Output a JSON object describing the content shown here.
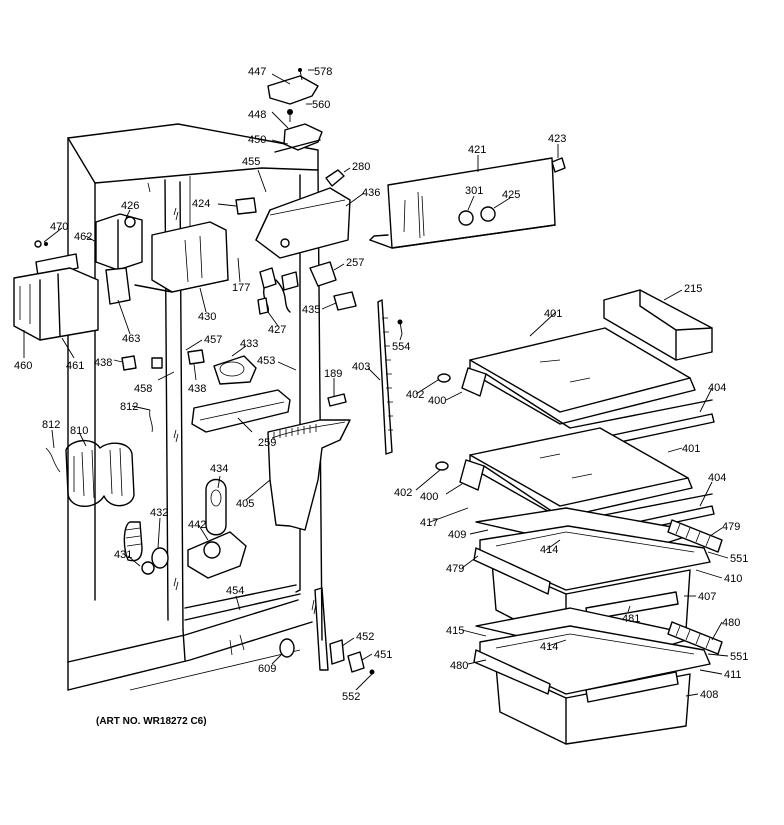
{
  "art_number": "(ART NO. WR18272 C6)",
  "callouts": [
    {
      "id": "447",
      "text": "447"
    },
    {
      "id": "578",
      "text": "578"
    },
    {
      "id": "448",
      "text": "448"
    },
    {
      "id": "560",
      "text": "560"
    },
    {
      "id": "450",
      "text": "450"
    },
    {
      "id": "455",
      "text": "455"
    },
    {
      "id": "280",
      "text": "280"
    },
    {
      "id": "436",
      "text": "436"
    },
    {
      "id": "421",
      "text": "421"
    },
    {
      "id": "423",
      "text": "423"
    },
    {
      "id": "301",
      "text": "301"
    },
    {
      "id": "425",
      "text": "425"
    },
    {
      "id": "470",
      "text": "470"
    },
    {
      "id": "426",
      "text": "426"
    },
    {
      "id": "424",
      "text": "424"
    },
    {
      "id": "462",
      "text": "462"
    },
    {
      "id": "257",
      "text": "257"
    },
    {
      "id": "177",
      "text": "177"
    },
    {
      "id": "430",
      "text": "430"
    },
    {
      "id": "427",
      "text": "427"
    },
    {
      "id": "435",
      "text": "435"
    },
    {
      "id": "215",
      "text": "215"
    },
    {
      "id": "463",
      "text": "463"
    },
    {
      "id": "460",
      "text": "460"
    },
    {
      "id": "461",
      "text": "461"
    },
    {
      "id": "457",
      "text": "457"
    },
    {
      "id": "433",
      "text": "433"
    },
    {
      "id": "453",
      "text": "453"
    },
    {
      "id": "554",
      "text": "554"
    },
    {
      "id": "401a",
      "text": "401"
    },
    {
      "id": "438a",
      "text": "438"
    },
    {
      "id": "458",
      "text": "458"
    },
    {
      "id": "438b",
      "text": "438"
    },
    {
      "id": "189",
      "text": "189"
    },
    {
      "id": "403",
      "text": "403"
    },
    {
      "id": "402a",
      "text": "402"
    },
    {
      "id": "400a",
      "text": "400"
    },
    {
      "id": "404a",
      "text": "404"
    },
    {
      "id": "812a",
      "text": "812"
    },
    {
      "id": "812b",
      "text": "812"
    },
    {
      "id": "810",
      "text": "810"
    },
    {
      "id": "259",
      "text": "259"
    },
    {
      "id": "401b",
      "text": "401"
    },
    {
      "id": "434",
      "text": "434"
    },
    {
      "id": "405",
      "text": "405"
    },
    {
      "id": "402b",
      "text": "402"
    },
    {
      "id": "400b",
      "text": "400"
    },
    {
      "id": "404b",
      "text": "404"
    },
    {
      "id": "432",
      "text": "432"
    },
    {
      "id": "442",
      "text": "442"
    },
    {
      "id": "417",
      "text": "417"
    },
    {
      "id": "409",
      "text": "409"
    },
    {
      "id": "479a",
      "text": "479"
    },
    {
      "id": "431",
      "text": "431"
    },
    {
      "id": "414a",
      "text": "414"
    },
    {
      "id": "551a",
      "text": "551"
    },
    {
      "id": "479b",
      "text": "479"
    },
    {
      "id": "410",
      "text": "410"
    },
    {
      "id": "454",
      "text": "454"
    },
    {
      "id": "407",
      "text": "407"
    },
    {
      "id": "481",
      "text": "481"
    },
    {
      "id": "415",
      "text": "415"
    },
    {
      "id": "480a",
      "text": "480"
    },
    {
      "id": "414b",
      "text": "414"
    },
    {
      "id": "452",
      "text": "452"
    },
    {
      "id": "451",
      "text": "451"
    },
    {
      "id": "609",
      "text": "609"
    },
    {
      "id": "551b",
      "text": "551"
    },
    {
      "id": "480b",
      "text": "480"
    },
    {
      "id": "411",
      "text": "411"
    },
    {
      "id": "552",
      "text": "552"
    },
    {
      "id": "408",
      "text": "408"
    }
  ]
}
